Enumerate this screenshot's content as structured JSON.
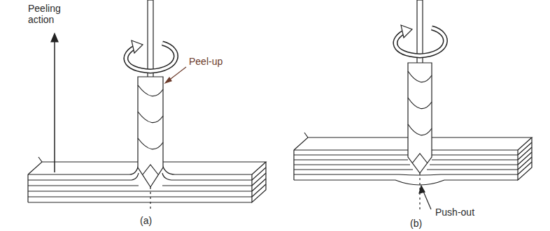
{
  "diagram": {
    "labels": [
      "Peeling action",
      "Peel-up",
      "Push-out",
      "(a)",
      "(b)"
    ]
  }
}
